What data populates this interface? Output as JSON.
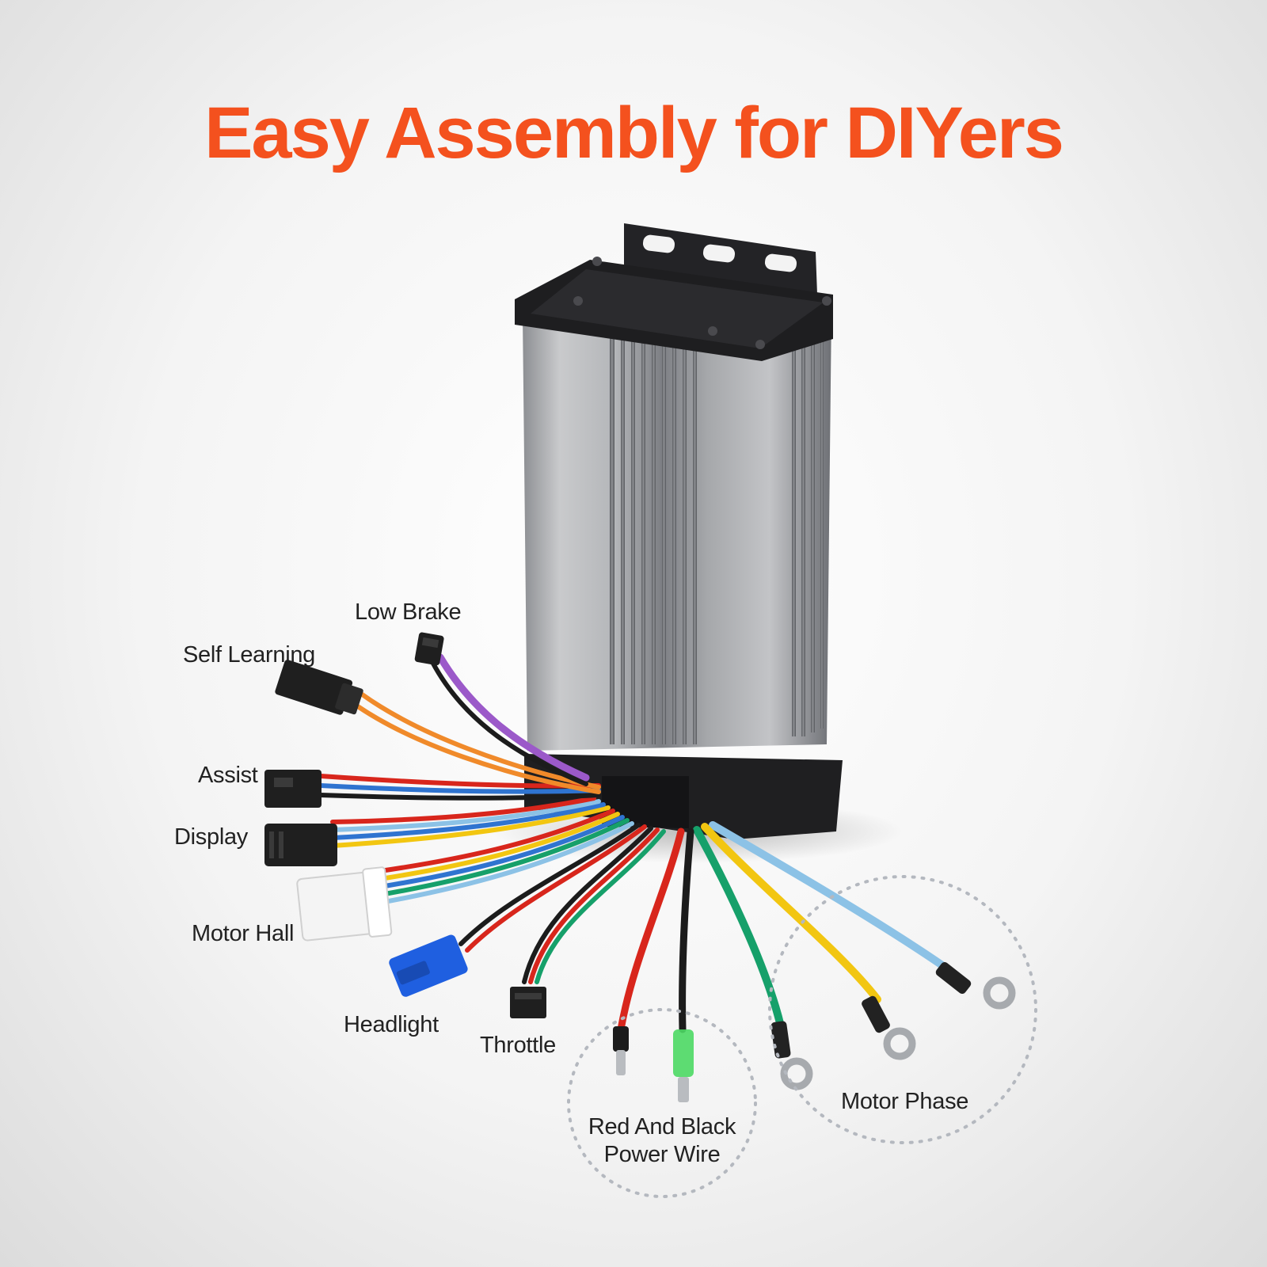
{
  "title": "Easy Assembly for DIYers",
  "colors": {
    "title": "#f4511e",
    "casing": "#a9abae",
    "casing_dark": "#6e7075",
    "cap": "#1e1e20",
    "wire_red": "#d8261c",
    "wire_black": "#1c1c1c",
    "wire_green": "#16a06a",
    "wire_yellow": "#f2c611",
    "wire_lightblue": "#8cc2e6",
    "wire_blue": "#2f74d0",
    "wire_orange": "#f08a2a",
    "wire_purple": "#9b59c9",
    "connector_black": "#1f1f1f",
    "connector_white": "#f4f4f4",
    "connector_blue": "#1f5fe0",
    "connector_green": "#4cd964",
    "dotted_circle": "#b4b8bf"
  },
  "labels": {
    "low_brake": "Low Brake",
    "self_learning": "Self Learning",
    "assist": "Assist",
    "display": "Display",
    "motor_hall": "Motor Hall",
    "headlight": "Headlight",
    "throttle": "Throttle",
    "power_wire_line1": "Red And Black",
    "power_wire_line2": "Power Wire",
    "motor_phase": "Motor Phase"
  }
}
